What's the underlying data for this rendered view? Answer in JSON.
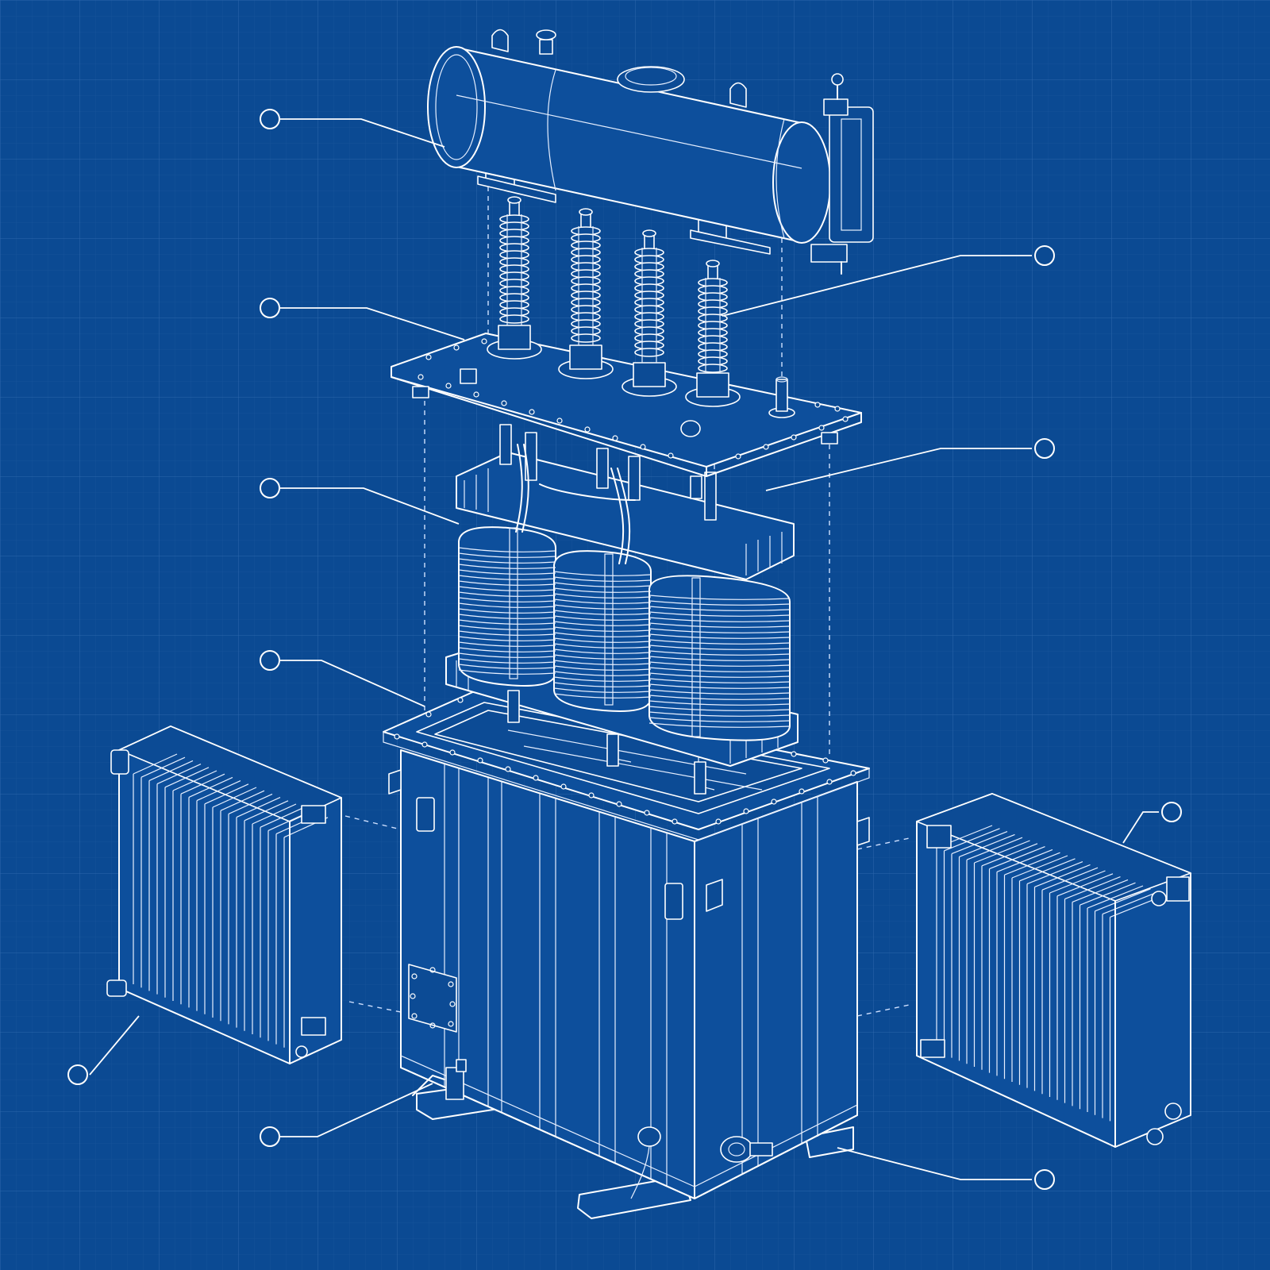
{
  "diagram": {
    "background_color": "#0b4a93",
    "grid_color": "#2a63a8",
    "line_color": "#ffffff",
    "components": [
      "conservator-tank",
      "hv-bushings",
      "tank-cover",
      "core-and-windings",
      "main-tank",
      "left-radiator",
      "right-radiator"
    ],
    "callouts": [
      {
        "id": "callout-1",
        "target": "conservator-tank"
      },
      {
        "id": "callout-2",
        "target": "tank-cover"
      },
      {
        "id": "callout-3",
        "target": "core-and-windings"
      },
      {
        "id": "callout-4",
        "target": "main-tank"
      },
      {
        "id": "callout-5",
        "target": "left-radiator"
      },
      {
        "id": "callout-6",
        "target": "base-valve"
      },
      {
        "id": "callout-7",
        "target": "hv-bushings"
      },
      {
        "id": "callout-8",
        "target": "core-frame"
      },
      {
        "id": "callout-9",
        "target": "right-radiator"
      },
      {
        "id": "callout-10",
        "target": "drain-valve"
      }
    ]
  }
}
